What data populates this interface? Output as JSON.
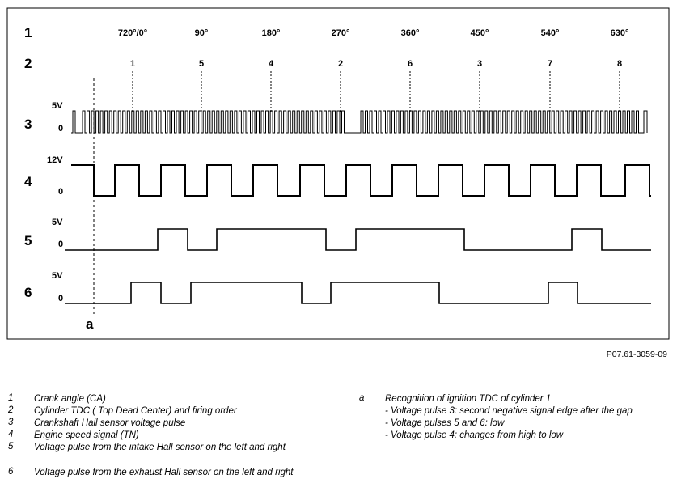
{
  "row_numbers": [
    "1",
    "2",
    "3",
    "4",
    "5",
    "6"
  ],
  "angles": [
    "720°/0°",
    "90°",
    "180°",
    "270°",
    "360°",
    "450°",
    "540°",
    "630°"
  ],
  "firing_order": [
    "1",
    "5",
    "4",
    "2",
    "6",
    "3",
    "7",
    "8"
  ],
  "voltages": {
    "crank_high": "5V",
    "crank_low": "0",
    "speed_high": "12V",
    "speed_low": "0",
    "intake_high": "5V",
    "intake_low": "0",
    "exhaust_high": "5V",
    "exhaust_low": "0"
  },
  "marker_label": "a",
  "figure_code": "P07.61-3059-09",
  "legend": [
    {
      "num": "1",
      "text": "Crank angle (CA)"
    },
    {
      "num": "2",
      "text": "Cylinder TDC ( Top  Dead Center) and firing order"
    },
    {
      "num": "3",
      "text": "Crankshaft Hall sensor voltage pulse"
    },
    {
      "num": "4",
      "text": "Engine speed signal (TN)"
    },
    {
      "num": "5",
      "text": "Voltage pulse from the intake Hall sensor      on the left and right"
    },
    {
      "num": "6",
      "text": "Voltage pulse from the exhaust Hall sensor on the left and right"
    }
  ],
  "note": {
    "label": "a",
    "title": "Recognition of ignition TDC of cylinder 1",
    "items": [
      "- Voltage pulse 3: second negative signal edge after the gap",
      "- Voltage pulses 5 and 6: low",
      "- Voltage pulse 4: changes from high to low"
    ]
  }
}
